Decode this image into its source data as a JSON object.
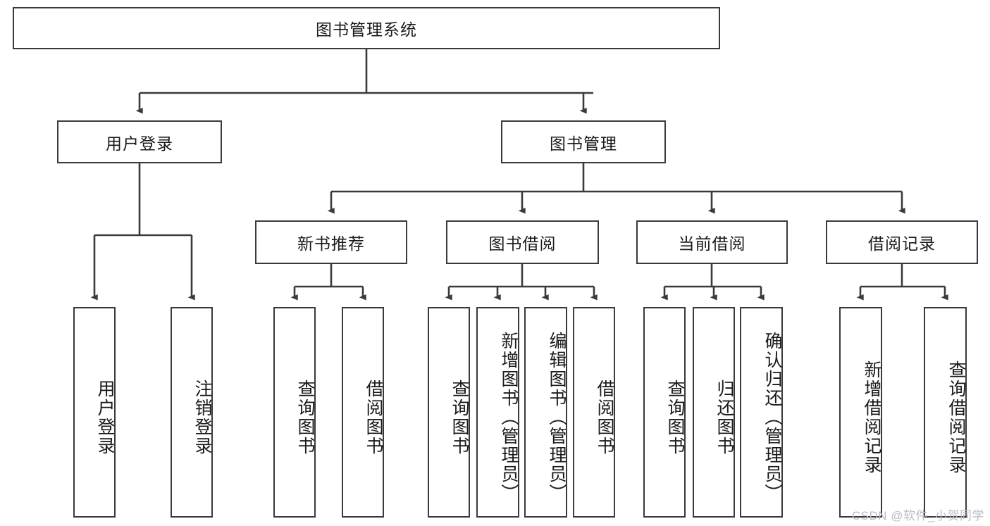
{
  "diagram": {
    "title": "图书管理系统",
    "type": "hierarchy-tree",
    "colors": {
      "box_border": "#3a3a3a",
      "box_fill": "#ffffff",
      "edge": "#3a3a3a",
      "text": "#1a1a1a",
      "watermark": "#b9bcc0",
      "background": "#ffffff"
    },
    "root": {
      "id": "root",
      "label": "图书管理系统",
      "orientation": "horizontal"
    },
    "level1": [
      {
        "id": "user-login",
        "label": "用户登录",
        "orientation": "horizontal"
      },
      {
        "id": "book-manage",
        "label": "图书管理",
        "orientation": "horizontal"
      }
    ],
    "level2": [
      {
        "id": "new-book-recommend",
        "label": "新书推荐",
        "orientation": "horizontal",
        "parent": "book-manage"
      },
      {
        "id": "book-borrow",
        "label": "图书借阅",
        "orientation": "horizontal",
        "parent": "book-manage"
      },
      {
        "id": "current-borrow",
        "label": "当前借阅",
        "orientation": "horizontal",
        "parent": "book-manage"
      },
      {
        "id": "borrow-record",
        "label": "借阅记录",
        "orientation": "horizontal",
        "parent": "book-manage"
      }
    ],
    "leaves": [
      {
        "id": "leaf-user-login",
        "label": "用户登录",
        "parent": "user-login"
      },
      {
        "id": "leaf-logout",
        "label": "注销登录",
        "parent": "user-login"
      },
      {
        "id": "leaf-query-book-1",
        "label": "查询图书",
        "parent": "new-book-recommend"
      },
      {
        "id": "leaf-borrow-book-1",
        "label": "借阅图书",
        "parent": "new-book-recommend"
      },
      {
        "id": "leaf-query-book-2",
        "label": "查询图书",
        "parent": "book-borrow"
      },
      {
        "id": "leaf-add-book",
        "label": "新增图书（管理员）",
        "parent": "book-borrow"
      },
      {
        "id": "leaf-edit-book",
        "label": "编辑图书（管理员）",
        "parent": "book-borrow"
      },
      {
        "id": "leaf-borrow-book-2",
        "label": "借阅图书",
        "parent": "book-borrow"
      },
      {
        "id": "leaf-query-book-3",
        "label": "查询图书",
        "parent": "current-borrow"
      },
      {
        "id": "leaf-return-book",
        "label": "归还图书",
        "parent": "current-borrow"
      },
      {
        "id": "leaf-confirm-return",
        "label": "确认归还（管理员）",
        "parent": "current-borrow"
      },
      {
        "id": "leaf-add-record",
        "label": "新增借阅记录",
        "parent": "borrow-record"
      },
      {
        "id": "leaf-query-record",
        "label": "查询借阅记录",
        "parent": "borrow-record"
      }
    ],
    "watermark": "CSDN @软件_小贺同学"
  }
}
